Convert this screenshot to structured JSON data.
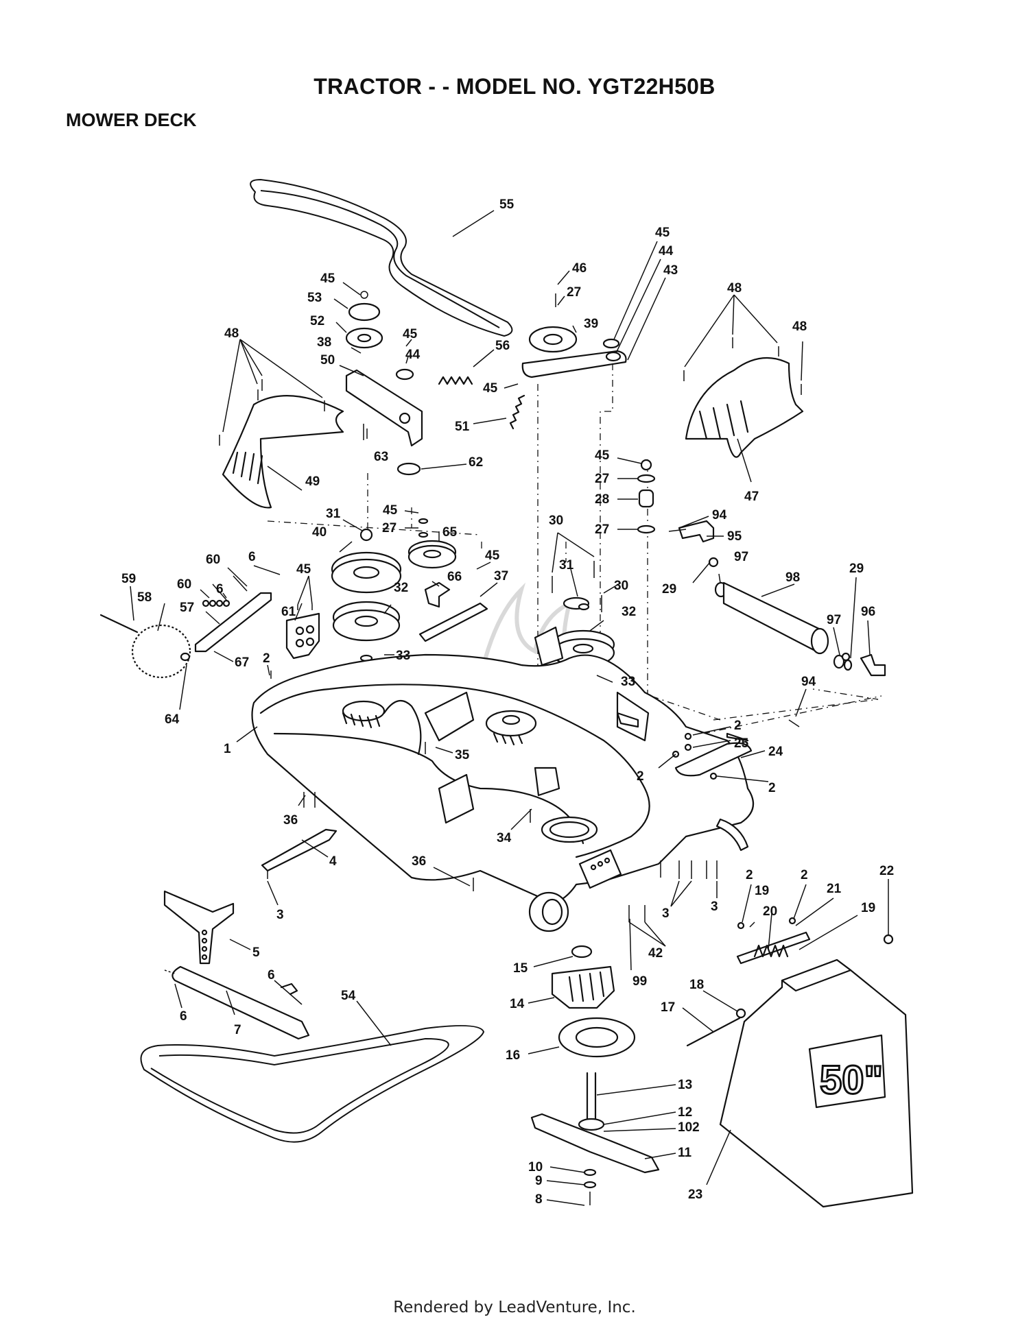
{
  "header": {
    "title": "TRACTOR - - MODEL NO. YGT22H50B",
    "subtitle": "MOWER DECK"
  },
  "footer": {
    "text": "Rendered by LeadVenture, Inc."
  },
  "decal": {
    "text": "50\""
  },
  "callouts": [
    {
      "label": "55"
    },
    {
      "label": "45"
    },
    {
      "label": "44"
    },
    {
      "label": "43"
    },
    {
      "label": "46"
    },
    {
      "label": "27"
    },
    {
      "label": "39"
    },
    {
      "label": "45"
    },
    {
      "label": "53"
    },
    {
      "label": "52"
    },
    {
      "label": "45"
    },
    {
      "label": "38"
    },
    {
      "label": "44"
    },
    {
      "label": "56"
    },
    {
      "label": "50"
    },
    {
      "label": "45"
    },
    {
      "label": "51"
    },
    {
      "label": "48"
    },
    {
      "label": "48"
    },
    {
      "label": "48"
    },
    {
      "label": "63"
    },
    {
      "label": "62"
    },
    {
      "label": "49"
    },
    {
      "label": "47"
    },
    {
      "label": "45"
    },
    {
      "label": "27"
    },
    {
      "label": "28"
    },
    {
      "label": "27"
    },
    {
      "label": "94"
    },
    {
      "label": "95"
    },
    {
      "label": "31"
    },
    {
      "label": "45"
    },
    {
      "label": "27"
    },
    {
      "label": "65"
    },
    {
      "label": "40"
    },
    {
      "label": "30"
    },
    {
      "label": "31"
    },
    {
      "label": "30"
    },
    {
      "label": "97"
    },
    {
      "label": "98"
    },
    {
      "label": "29"
    },
    {
      "label": "29"
    },
    {
      "label": "97"
    },
    {
      "label": "96"
    },
    {
      "label": "59"
    },
    {
      "label": "60"
    },
    {
      "label": "6"
    },
    {
      "label": "58"
    },
    {
      "label": "60"
    },
    {
      "label": "6"
    },
    {
      "label": "45"
    },
    {
      "label": "45"
    },
    {
      "label": "37"
    },
    {
      "label": "66"
    },
    {
      "label": "57"
    },
    {
      "label": "61"
    },
    {
      "label": "32"
    },
    {
      "label": "32"
    },
    {
      "label": "33"
    },
    {
      "label": "33"
    },
    {
      "label": "67"
    },
    {
      "label": "2"
    },
    {
      "label": "64"
    },
    {
      "label": "94"
    },
    {
      "label": "1"
    },
    {
      "label": "35"
    },
    {
      "label": "2"
    },
    {
      "label": "25"
    },
    {
      "label": "24"
    },
    {
      "label": "2"
    },
    {
      "label": "2"
    },
    {
      "label": "36"
    },
    {
      "label": "34"
    },
    {
      "label": "4"
    },
    {
      "label": "36"
    },
    {
      "label": "3"
    },
    {
      "label": "3"
    },
    {
      "label": "3"
    },
    {
      "label": "2"
    },
    {
      "label": "19"
    },
    {
      "label": "2"
    },
    {
      "label": "21"
    },
    {
      "label": "22"
    },
    {
      "label": "20"
    },
    {
      "label": "19"
    },
    {
      "label": "5"
    },
    {
      "label": "42"
    },
    {
      "label": "99"
    },
    {
      "label": "15"
    },
    {
      "label": "6"
    },
    {
      "label": "18"
    },
    {
      "label": "17"
    },
    {
      "label": "14"
    },
    {
      "label": "6"
    },
    {
      "label": "7"
    },
    {
      "label": "54"
    },
    {
      "label": "16"
    },
    {
      "label": "13"
    },
    {
      "label": "12"
    },
    {
      "label": "102"
    },
    {
      "label": "11"
    },
    {
      "label": "10"
    },
    {
      "label": "9"
    },
    {
      "label": "8"
    },
    {
      "label": "23"
    }
  ]
}
